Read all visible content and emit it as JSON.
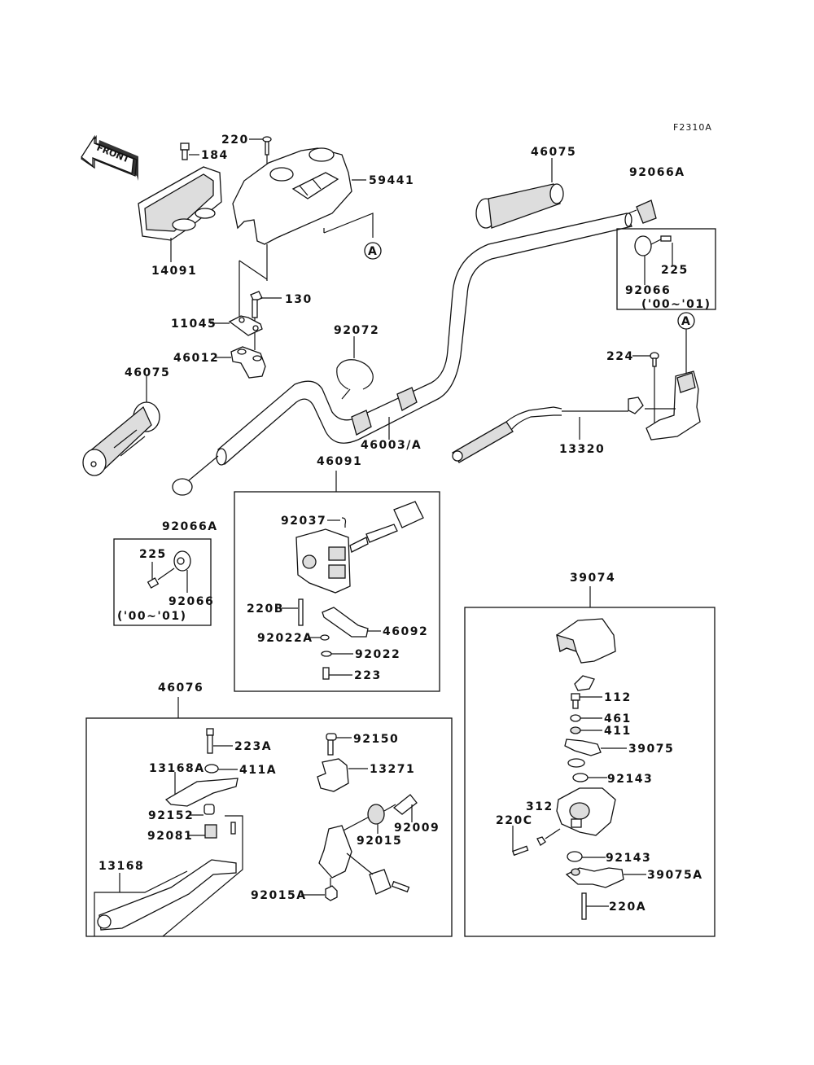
{
  "diagram": {
    "code": "F2310A",
    "front_arrow": "FRONT",
    "reference_marker": "A",
    "year_note": "('00~'01)"
  },
  "labels": {
    "p220": "220",
    "p184": "184",
    "p59441": "59441",
    "p14091": "14091",
    "p130": "130",
    "p11045": "11045",
    "p46012": "46012",
    "p46075_left": "46075",
    "p46075_right": "46075",
    "p92066A_top": "92066A",
    "p225_top": "225",
    "p92066_top": "92066",
    "p92072": "92072",
    "p46003A": "46003/A",
    "p224": "224",
    "p13320": "13320",
    "p46091": "46091",
    "p92037": "92037",
    "p220B": "220B",
    "p46092": "46092",
    "p92022A": "92022A",
    "p92022": "92022",
    "p223": "223",
    "p92066A_left": "92066A",
    "p225_left": "225",
    "p92066_left": "92066",
    "p46076": "46076",
    "p223A": "223A",
    "p13168A": "13168A",
    "p411A": "411A",
    "p92152": "92152",
    "p92081": "92081",
    "p13168": "13168",
    "p92150": "92150",
    "p13271": "13271",
    "p92009": "92009",
    "p92015": "92015",
    "p92015A": "92015A",
    "p39074": "39074",
    "p112": "112",
    "p461": "461",
    "p411": "411",
    "p39075": "39075",
    "p92143_top": "92143",
    "p312": "312",
    "p220C": "220C",
    "p92143_bot": "92143",
    "p39075A": "39075A",
    "p220A": "220A"
  }
}
